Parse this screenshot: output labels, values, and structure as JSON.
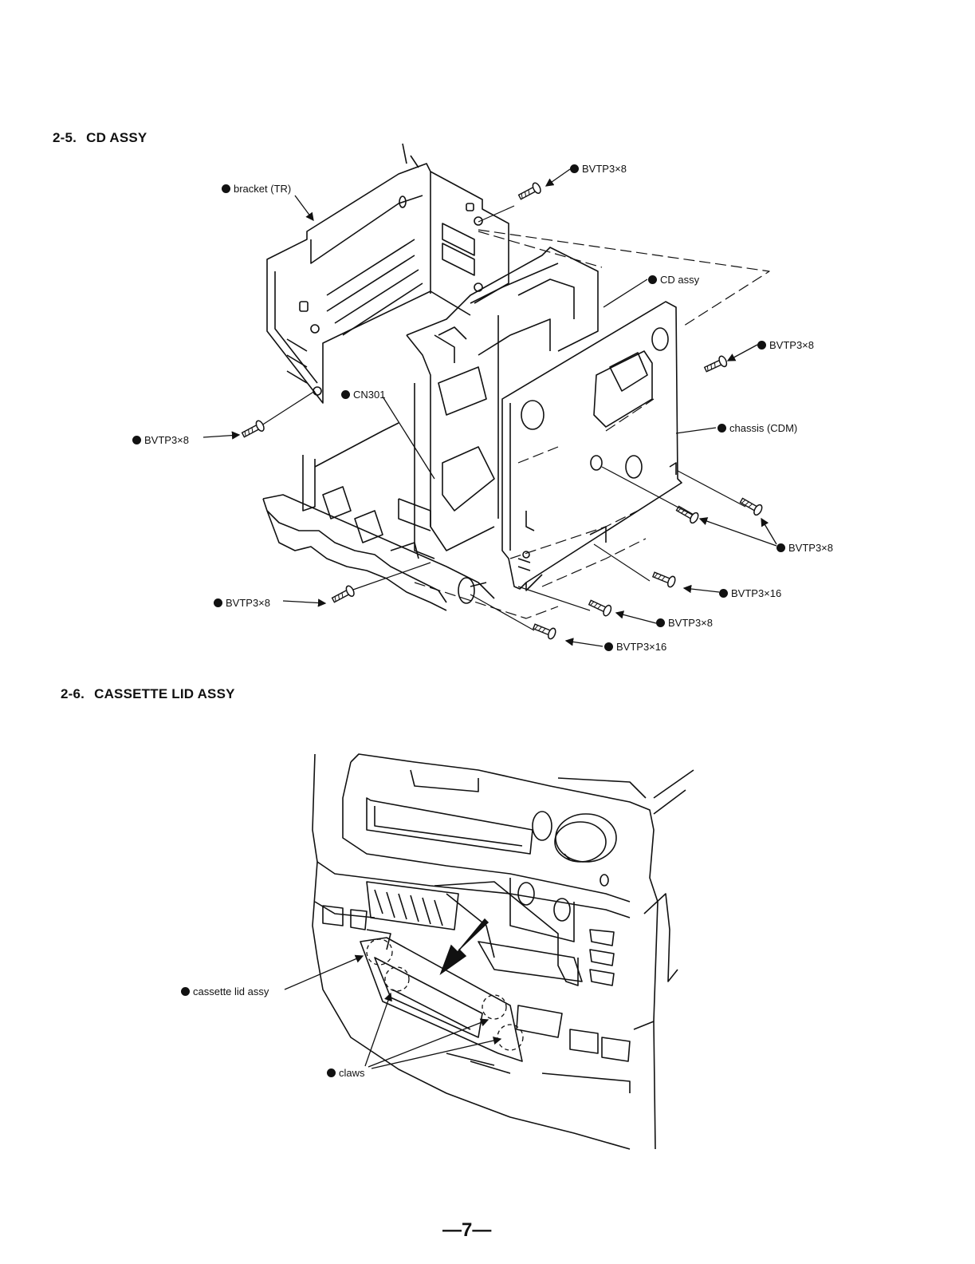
{
  "sections": [
    {
      "number": "2-5.",
      "title": "CD ASSY"
    },
    {
      "number": "2-6.",
      "title": "CASSETTE LID ASSY"
    }
  ],
  "cd_callouts": {
    "screw_top": "BVTP3×8",
    "bracket": "bracket (TR)",
    "cd_assy": "CD assy",
    "screw_right": "BVTP3×8",
    "cn301": "CN301",
    "screw_left": "BVTP3×8",
    "chassis": "chassis (CDM)",
    "screw_right_lower": "BVTP3×8",
    "screw_bottom_left": "BVTP3×8",
    "screw_16_a": "BVTP3×16",
    "screw_b": "BVTP3×8",
    "screw_16_b": "BVTP3×16"
  },
  "cassette_callouts": {
    "lid": "cassette lid assy",
    "claws": "claws"
  },
  "page_number": "—7—"
}
